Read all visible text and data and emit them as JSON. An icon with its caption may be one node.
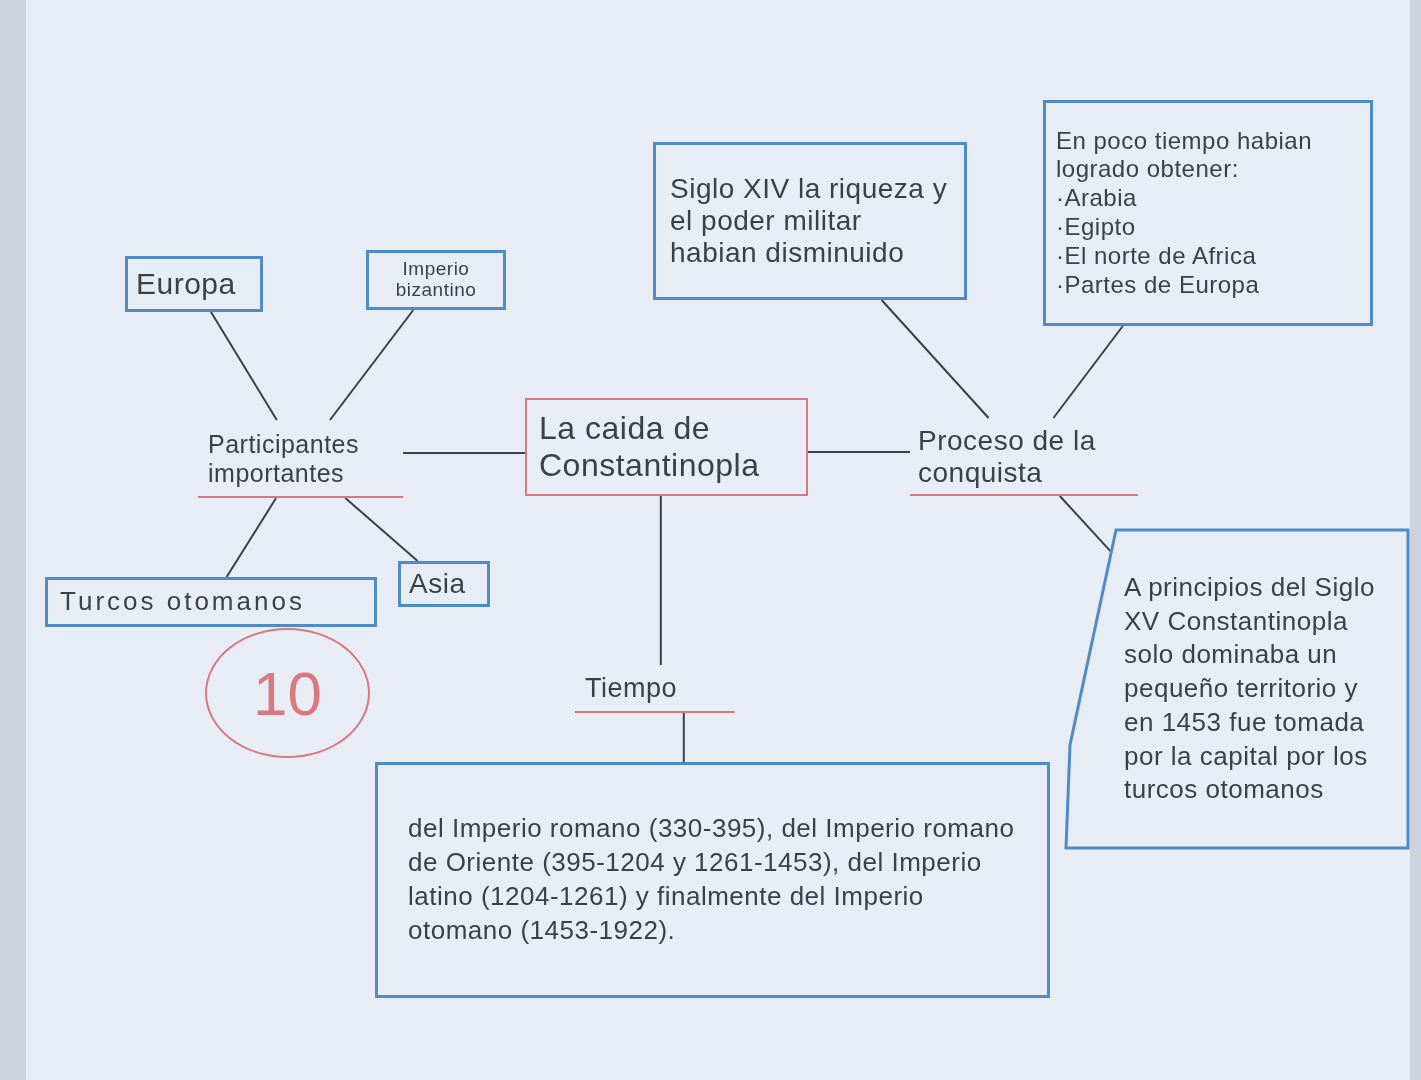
{
  "diagram": {
    "nodes": [
      {
        "text": [
          "Europa"
        ]
      },
      {
        "text": [
          "Imperio bizantino"
        ]
      },
      {
        "text": [
          "Siglo XIV la riqueza y el poder militar habian disminuido"
        ]
      },
      {
        "text": [
          "En poco tiempo habian logrado obtener:",
          "·Arabia",
          "·Egipto",
          "·El norte de Africa",
          "·Partes de Europa"
        ]
      },
      {
        "text": [
          "Participantes importantes"
        ]
      },
      {
        "text": [
          "La caida de Constantinopla"
        ]
      },
      {
        "text": [
          "Proceso de la conquista"
        ]
      },
      {
        "text": [
          "Turcos otomanos"
        ]
      },
      {
        "text": [
          "Asia"
        ]
      },
      {
        "text": [
          "A principios del Siglo XV Constantinopla solo dominaba un pequeño territorio y en 1453 fue tomada por la capital por los turcos otomanos"
        ]
      },
      {
        "text": [
          "Tiempo"
        ]
      },
      {
        "text": [
          "del Imperio romano (330-395), del Imperio romano de Oriente (395-1204 y 1261-1453), del Imperio latino (1204-1261) y finalmente del Imperio otomano (1453-1922)."
        ]
      }
    ],
    "edges": [
      {
        "from": 0,
        "to": 4,
        "arrow": "none"
      },
      {
        "from": 1,
        "to": 4,
        "arrow": "none"
      },
      {
        "from": 4,
        "to": 5,
        "arrow": "none"
      },
      {
        "from": 2,
        "to": 6,
        "arrow": "none"
      },
      {
        "from": 3,
        "to": 6,
        "arrow": "none"
      },
      {
        "from": 5,
        "to": 6,
        "arrow": "none"
      },
      {
        "from": 4,
        "to": 7,
        "arrow": "none"
      },
      {
        "from": 4,
        "to": 8,
        "arrow": "none"
      },
      {
        "from": 6,
        "to": 9,
        "arrow": "none"
      },
      {
        "from": 5,
        "to": 10,
        "arrow": "none"
      },
      {
        "from": 10,
        "to": 11,
        "arrow": "none"
      }
    ],
    "labels": [
      "10"
    ]
  }
}
